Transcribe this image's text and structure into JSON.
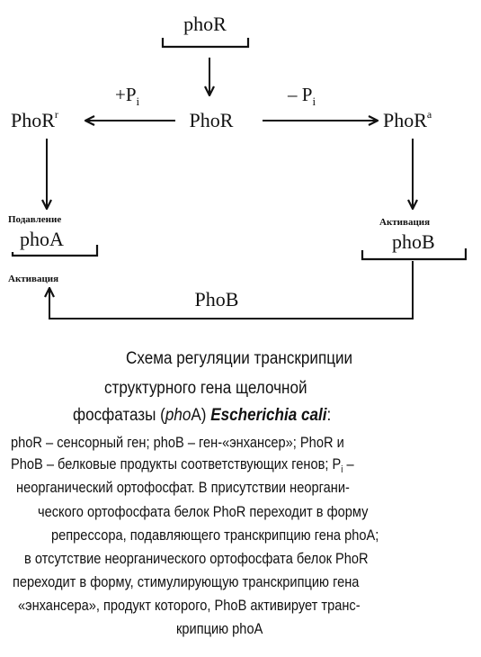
{
  "diagram": {
    "gene_phoR": "phoR",
    "protein_PhoR": "PhoR",
    "PhoR_r_base": "PhoR",
    "PhoR_r_sup": "r",
    "PhoR_a_base": "PhoR",
    "PhoR_a_sup": "a",
    "plus_Pi_sign": "+P",
    "minus_Pi_sign": "– P",
    "pi_sub": "i",
    "label_repression": "Подавление",
    "gene_phoA": "phoA",
    "label_activation_left": "Активация",
    "label_activation_right": "Активация",
    "gene_phoB": "phoB",
    "protein_PhoB": "PhoB"
  },
  "caption": {
    "title_line1": "Схема регуляции транскрипции",
    "title_line2": "структурного гена щелочной",
    "title_line3_a": "фосфатазы (",
    "title_line3_pho": "pho",
    "title_line3_b": "A) ",
    "title_line3_organism": "Escherichia cali",
    "title_line3_colon": ":",
    "body_line1": "phoR – сенсорный ген; phoB – ген-«энхансер»; PhoR и",
    "body_line2_a": "PhoB – белковые продукты соответствующих генов; P",
    "body_line2_sub": "i",
    "body_line2_b": " –",
    "body_line3": "неорганический ортофосфат. В присутствии неоргани-",
    "body_line4": "ческого ортофосфата белок PhoR переходит в форму",
    "body_line5": "репрессора, подавляющего транскрипцию гена phoA;",
    "body_line6": "в отсутствие неорганического ортофосфата белок PhoR",
    "body_line7": "переходит в форму, стимулирующую транскрипцию гена",
    "body_line8": "«энхансера», продукт которого, PhoB активирует транс-",
    "body_line9": "крипцию phoA"
  }
}
